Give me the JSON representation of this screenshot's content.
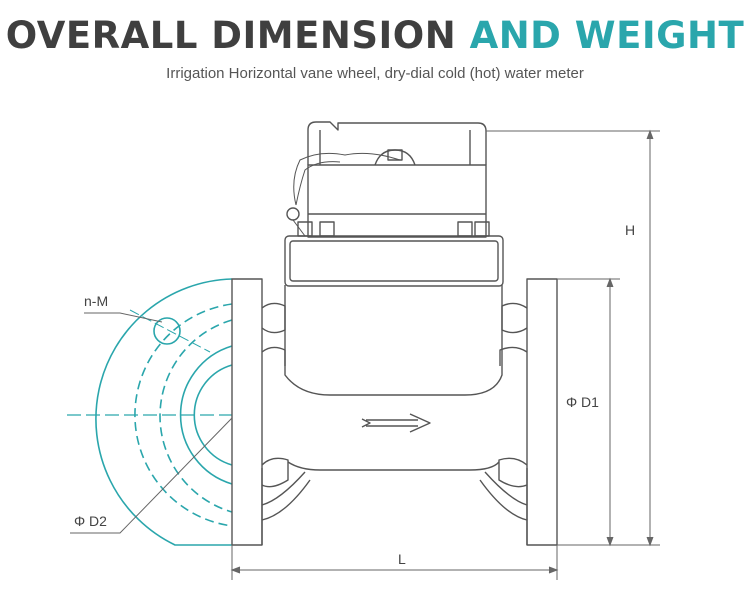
{
  "header": {
    "title_part1": "OVERALL DIMENSION",
    "title_part2": "AND WEIGHT",
    "subtitle": "Irrigation Horizontal vane wheel, dry-dial cold (hot) water meter"
  },
  "labels": {
    "height": "H",
    "flange_holes": "n-M",
    "d1": "Φ D1",
    "d2": "Φ D2",
    "length": "L"
  },
  "colors": {
    "accent": "#2aa6ac",
    "title_dark": "#3f3f3f",
    "line": "#555555"
  }
}
